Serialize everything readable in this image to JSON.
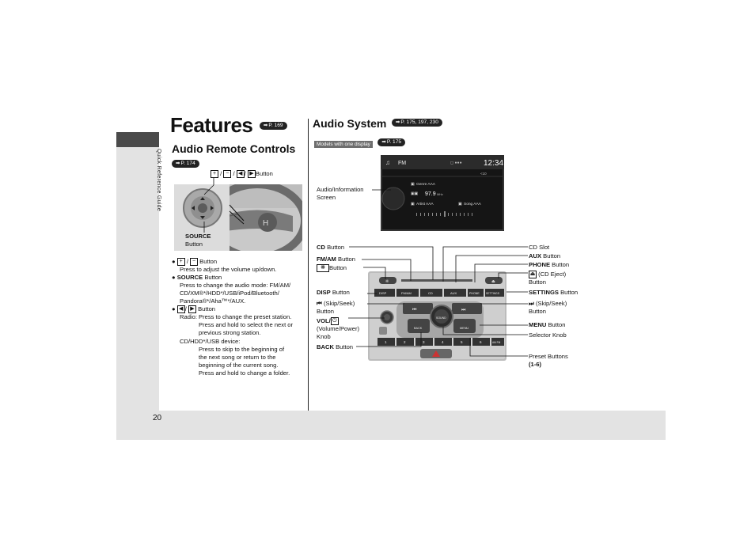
{
  "side_tab": {
    "label": "Quick Reference Guide"
  },
  "page_number": "20",
  "features": {
    "title": "Features",
    "ref": "P. 169"
  },
  "remote": {
    "title": "Audio Remote Controls",
    "ref": "P. 174",
    "callout_button": "Button",
    "callout_source": "SOURCE",
    "callout_source_button": "Button",
    "items": [
      {
        "suffix": "Button",
        "desc": "Press to adjust the volume up/down."
      },
      {
        "bold": "SOURCE",
        "suffix": "Button",
        "desc_lines": [
          "Press to change the audio mode: FM/AM/",
          "CD/XM®*/HDD*/USB/iPod/Bluetooth/",
          "Pandora®*/Aha™*/AUX."
        ]
      },
      {
        "suffix": "Button",
        "radio_label": "Radio:",
        "radio_lines": [
          "Press to change the preset station.",
          "Press and hold to select the next or",
          "previous strong station."
        ],
        "cd_label": "CD/HDD*/USB device:",
        "cd_lines": [
          "Press to skip to the beginning of",
          "the next song or return to the",
          "beginning of the current song.",
          "Press and hold to change a folder."
        ]
      }
    ]
  },
  "audio": {
    "title": "Audio System",
    "ref": "P. 175, 197, 230",
    "models_tag": "Models with one display",
    "models_ref": "P. 175",
    "screen_label_1": "Audio/Information",
    "screen_label_2": "Screen",
    "screen": {
      "mode": "FM",
      "time": "12:34",
      "status": "<10",
      "frequency": "97.9",
      "freq_unit": "MHz",
      "genre": "Genre AAA",
      "artist": "Artist AAA",
      "song": "Song AAA"
    },
    "left_labels": {
      "cd_button": [
        "CD",
        "Button"
      ],
      "fmam": [
        "FM/AM",
        "Button"
      ],
      "light_button": "Button",
      "disp": [
        "DISP",
        "Button"
      ],
      "skip_left_1": "(Skip/Seek)",
      "skip_left_2": "Button",
      "vol_1": "VOL/",
      "vol_2": "(Volume/Power)",
      "vol_3": "Knob",
      "back": [
        "BACK",
        "Button"
      ]
    },
    "right_labels": {
      "cd_slot": "CD Slot",
      "aux": [
        "AUX",
        "Button"
      ],
      "phone": [
        "PHONE",
        "Button"
      ],
      "eject_1": "(CD Eject)",
      "eject_2": "Button",
      "settings": [
        "SETTINGS",
        "Button"
      ],
      "skip_right_1": "(Skip/Seek)",
      "skip_right_2": "Button",
      "menu": [
        "MENU",
        "Button"
      ],
      "selector": "Selector Knob",
      "preset_1": "Preset Buttons",
      "preset_2": "(1-6)"
    },
    "panel_buttons": {
      "disp": "DISP",
      "fmam": "FM/AM",
      "cd": "CD",
      "aux": "AUX",
      "phone": "PHONE",
      "settings": "SETTINGS",
      "back": "BACK",
      "menu": "MENU",
      "sound": "SOUND",
      "presets": [
        "1",
        "2",
        "3",
        "4",
        "5",
        "6"
      ],
      "am_fm": "AM FM"
    }
  }
}
